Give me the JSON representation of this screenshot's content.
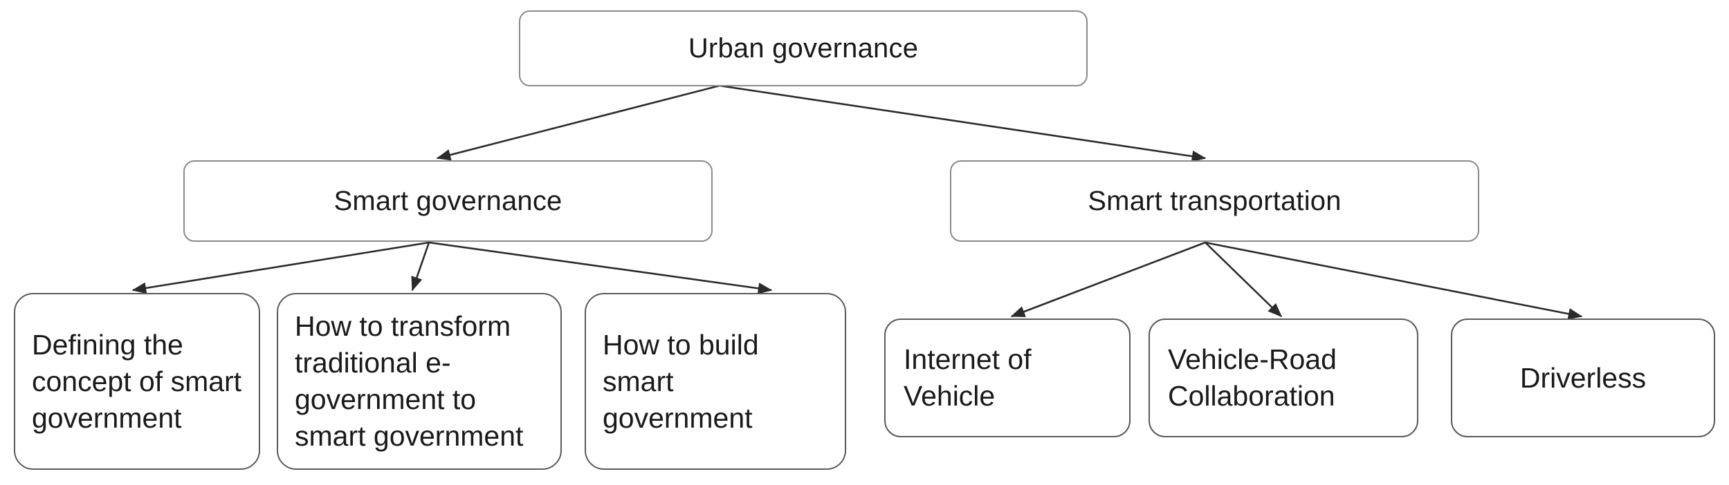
{
  "diagram": {
    "title": "Urban governance research structure",
    "background": "#ffffff",
    "node_border_color": "#7a7a7a",
    "edge_color": "#2b2b2b",
    "text_color": "#1a1a1a"
  },
  "nodes": {
    "root": {
      "label": "Urban governance"
    },
    "branch_left": {
      "label": "Smart governance"
    },
    "branch_right": {
      "label": "Smart transportation"
    },
    "leaf_1": {
      "label": "Defining the concept of smart government"
    },
    "leaf_2": {
      "label": "How to transform traditional e-government to smart government"
    },
    "leaf_3": {
      "label": "How to build smart government"
    },
    "leaf_4": {
      "label": "Internet of Vehicle"
    },
    "leaf_5": {
      "label": "Vehicle-Road Collaboration"
    },
    "leaf_6": {
      "label": "Driverless"
    }
  },
  "edges": [
    {
      "from": "root",
      "to": "branch_left"
    },
    {
      "from": "root",
      "to": "branch_right"
    },
    {
      "from": "branch_left",
      "to": "leaf_1"
    },
    {
      "from": "branch_left",
      "to": "leaf_2"
    },
    {
      "from": "branch_left",
      "to": "leaf_3"
    },
    {
      "from": "branch_right",
      "to": "leaf_4"
    },
    {
      "from": "branch_right",
      "to": "leaf_5"
    },
    {
      "from": "branch_right",
      "to": "leaf_6"
    }
  ]
}
